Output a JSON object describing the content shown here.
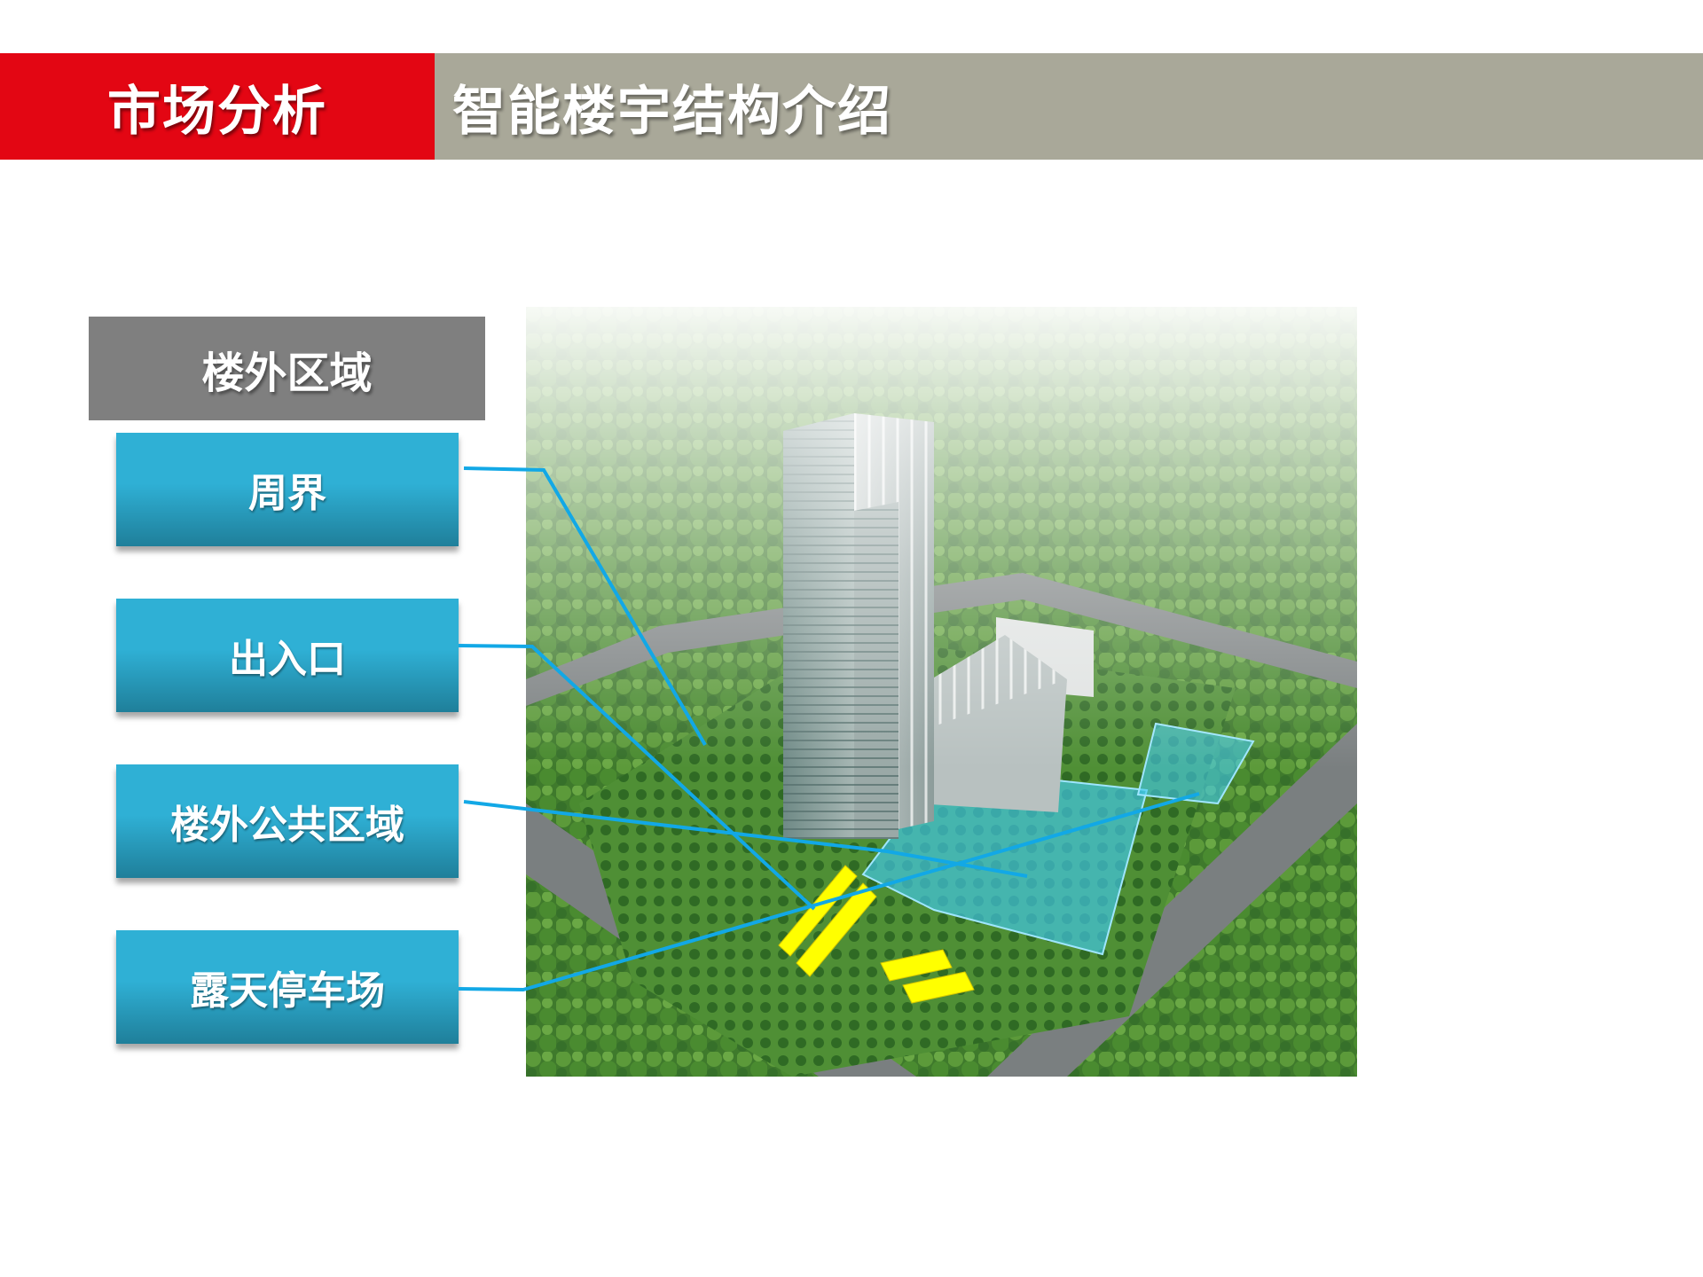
{
  "header": {
    "section_label": "市场分析",
    "title": "智能楼宇结构介绍"
  },
  "panel": {
    "title": "楼外区域",
    "zones": [
      {
        "label": "周界"
      },
      {
        "label": "出入口"
      },
      {
        "label": "楼外公共区域"
      },
      {
        "label": "露天停车场"
      }
    ]
  },
  "colors": {
    "accent_red": "#e30613",
    "header_gray": "#a9a899",
    "section_gray": "#7f7f7f",
    "zone_blue": "#2fb0d5",
    "connector_blue": "#12a8e6",
    "arrow_yellow": "#ffff00"
  }
}
